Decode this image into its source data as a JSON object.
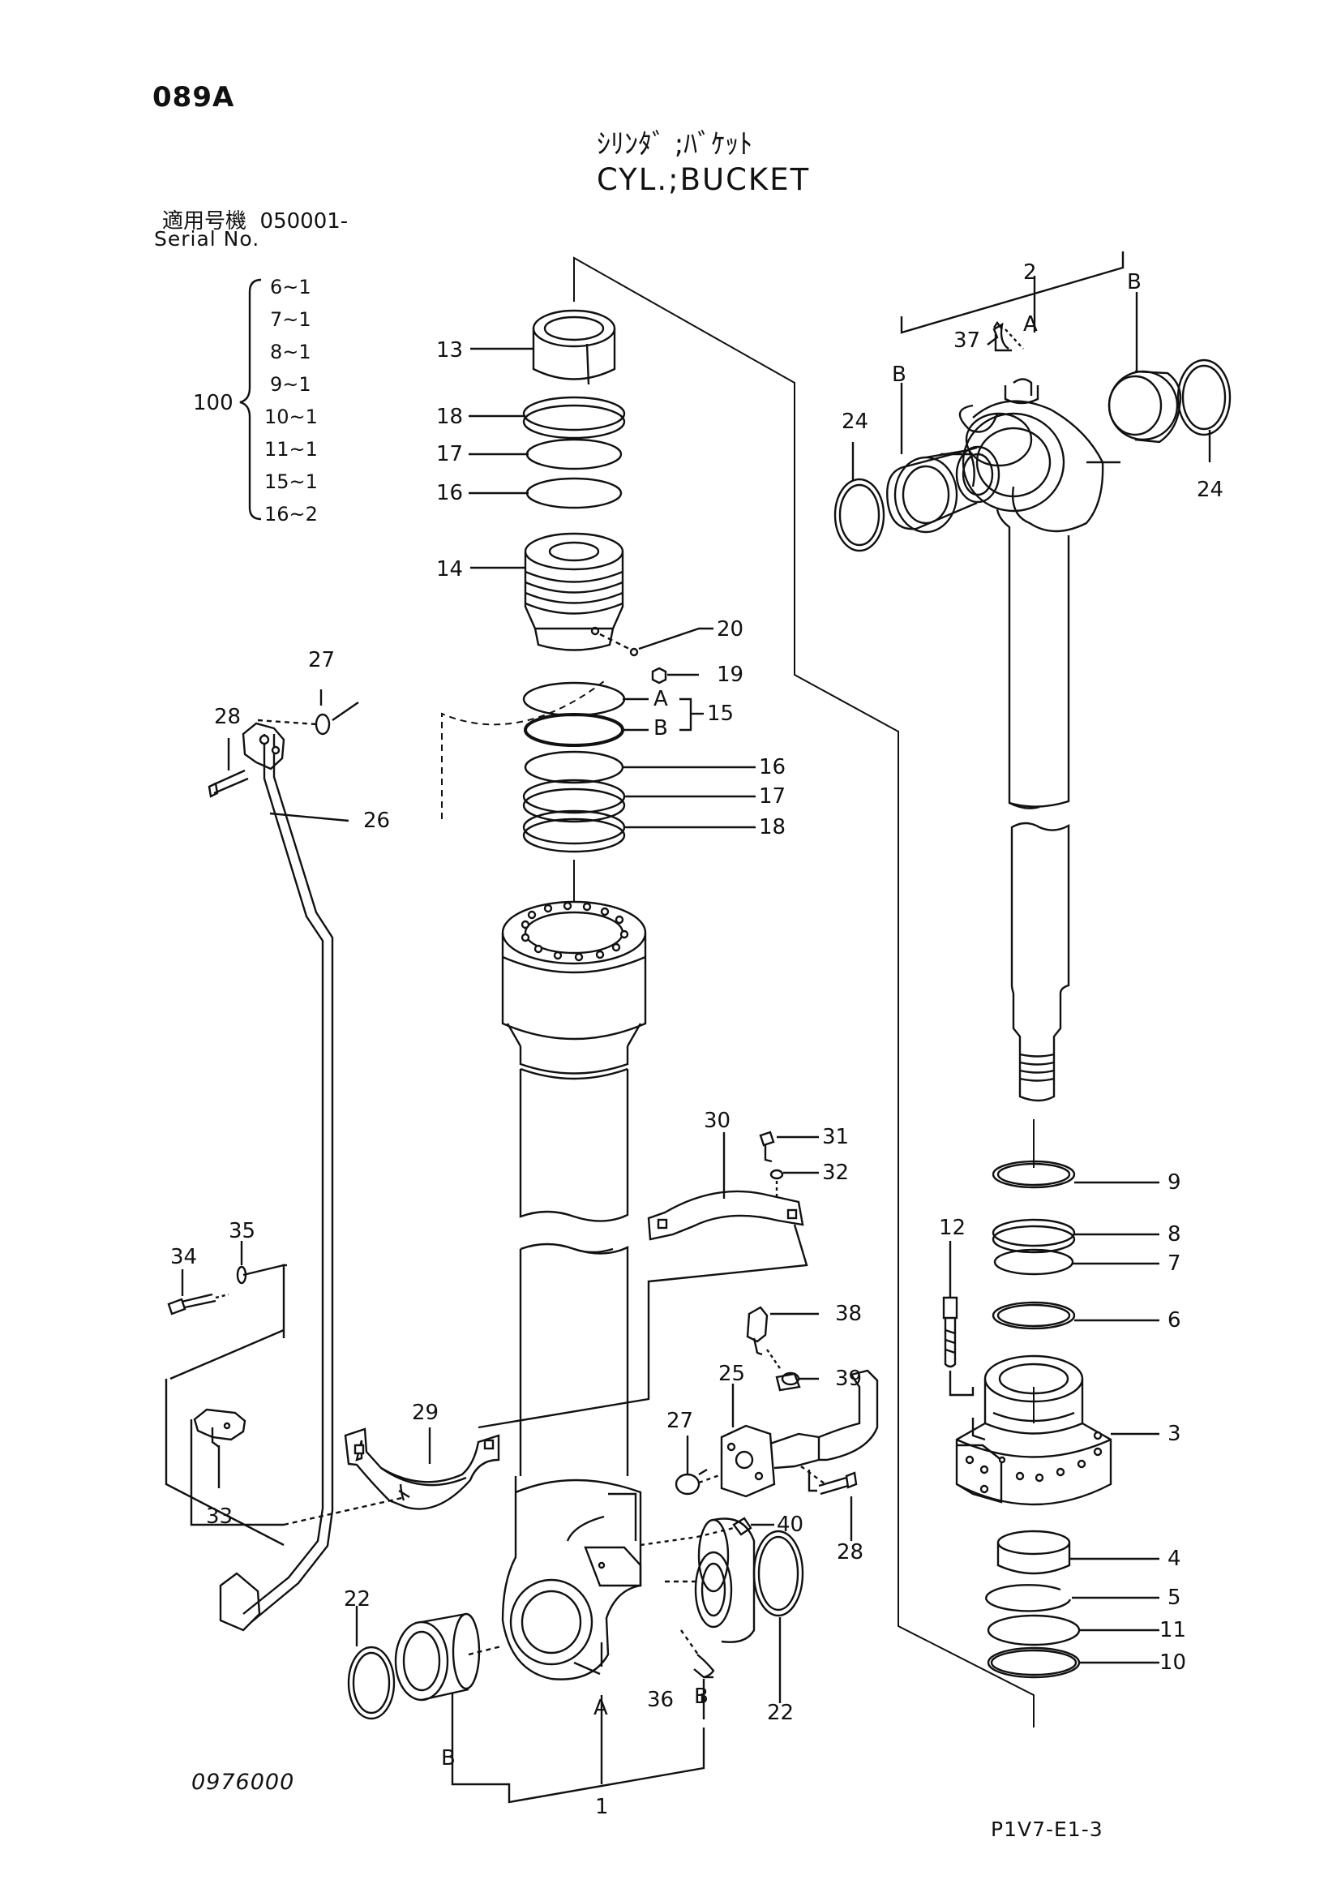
{
  "page_code": "089A",
  "title_jp": "ｼﾘﾝﾀﾞ ;ﾊﾞｹｯﾄ",
  "title_en": "CYL.;BUCKET",
  "serial": {
    "label_jp": "適用号機",
    "value": "050001-",
    "label_en": "Serial No."
  },
  "kit": {
    "number": "100",
    "items": [
      "6~1",
      "7~1",
      "8~1",
      "9~1",
      "10~1",
      "11~1",
      "15~1",
      "16~2"
    ]
  },
  "callouts": {
    "c1": "1",
    "c2": "2",
    "c3": "3",
    "c4": "4",
    "c5": "5",
    "c6": "6",
    "c7": "7",
    "c8": "8",
    "c9": "9",
    "c10": "10",
    "c11": "11",
    "c12": "12",
    "c13": "13",
    "c14": "14",
    "c15": "15",
    "c16": "16",
    "c17": "17",
    "c18": "18",
    "c19": "19",
    "c20": "20",
    "c22": "22",
    "c24": "24",
    "c25": "25",
    "c26": "26",
    "c27": "27",
    "c28": "28",
    "c29": "29",
    "c30": "30",
    "c31": "31",
    "c32": "32",
    "c33": "33",
    "c34": "34",
    "c35": "35",
    "c36": "36",
    "c37": "37",
    "c38": "38",
    "c39": "39",
    "c40": "40"
  },
  "letters": {
    "a": "A",
    "b": "B"
  },
  "ref_left": "0976000",
  "ref_right": "P1V7-E1-3"
}
